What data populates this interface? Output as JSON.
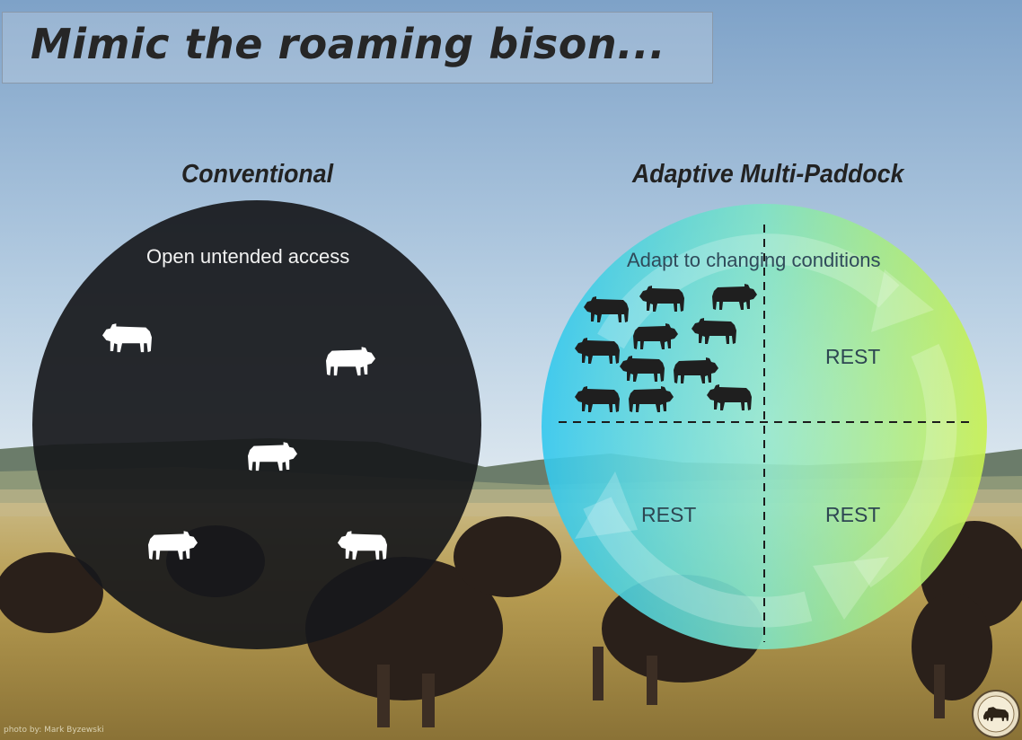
{
  "title": "Mimic the roaming bison...",
  "left_panel": {
    "heading": "Conventional",
    "label": "Open untended access"
  },
  "right_panel": {
    "heading": "Adaptive Multi-Paddock",
    "label": "Adapt to changing conditions",
    "paddocks": [
      {
        "label": "REST"
      },
      {
        "label": "REST"
      },
      {
        "label": "REST"
      }
    ]
  },
  "credit": "photo by: Mark Byzewski",
  "colors": {
    "sky_top": "#7fa3c9",
    "sky_bottom": "#dbe7f0",
    "grass": "#b49a55",
    "dark_circle": "#1b1c1f",
    "gradient_left": "#2ec9ec",
    "gradient_right": "#c4f24e"
  },
  "icons": [
    "cow-icon",
    "bison-icon",
    "cycle-arrows-icon",
    "logo-badge-icon"
  ]
}
